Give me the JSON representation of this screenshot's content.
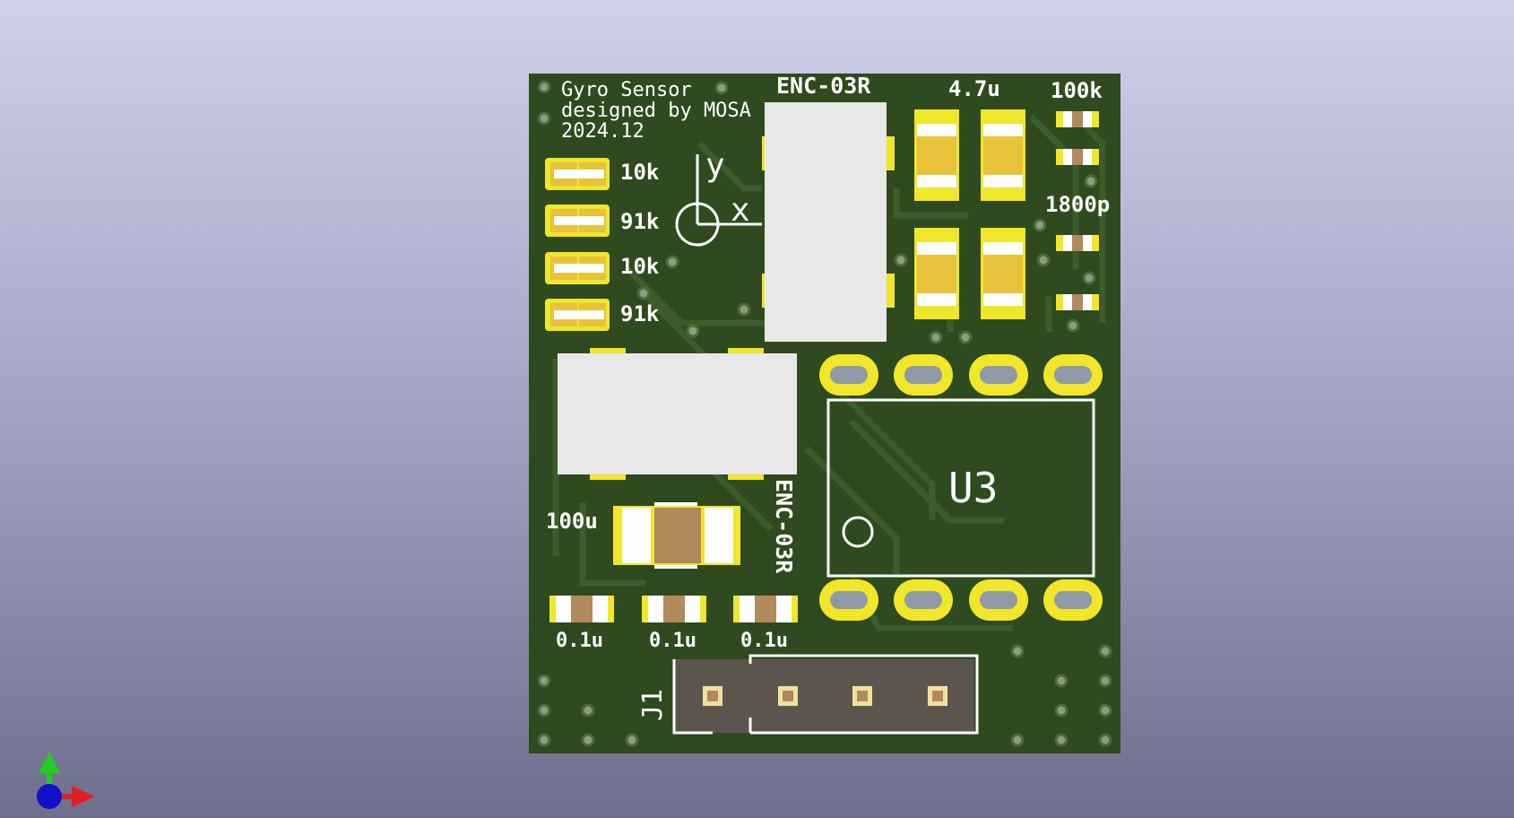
{
  "board": {
    "title_lines": [
      "Gyro Sensor",
      "designed by MOSA",
      "2024.12"
    ],
    "labels": {
      "enc_top": "ENC-03R",
      "enc_side": "ENC-03R",
      "c_4u7": "4.7u",
      "r_100k": "100k",
      "c_1800p": "1800p",
      "r1": "10k",
      "r2": "91k",
      "r3": "10k",
      "r4": "91k",
      "c_100u": "100u",
      "c1": "0.1u",
      "c2": "0.1u",
      "c3": "0.1u",
      "u3": "U3",
      "j1": "J1",
      "axis_y": "y",
      "axis_x": "x"
    }
  },
  "colors": {
    "board": "#2f4a1f",
    "copper_trace": "#3c5a28",
    "pad": "#f0e62a",
    "pad_gold": "#e8c23a",
    "component_body": "#e8e8e8",
    "resistor_body": "#b08a5a",
    "connector_body": "#5c554e",
    "silkscreen": "#ffffff"
  },
  "icons": {
    "axis_gizmo": "xyz-axis-icon"
  }
}
